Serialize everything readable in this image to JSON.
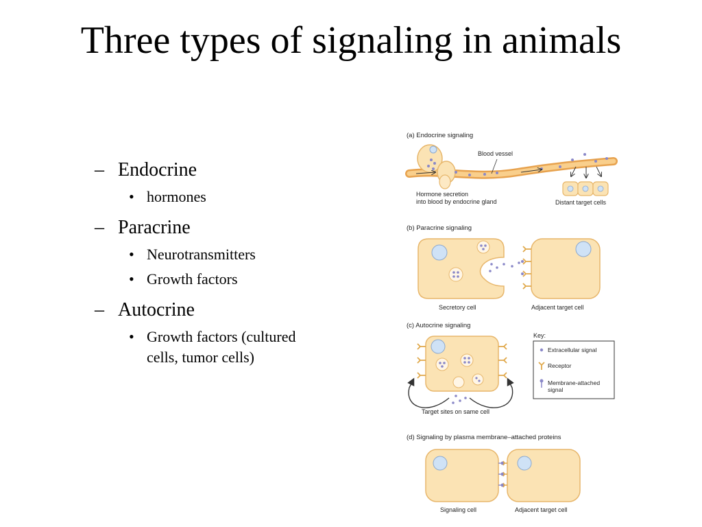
{
  "title": "Three types of signaling in animals",
  "outline": {
    "endocrine": {
      "label": "Endocrine",
      "items": [
        "hormones"
      ]
    },
    "paracrine": {
      "label": "Paracrine",
      "items": [
        "Neurotransmitters",
        "Growth factors"
      ]
    },
    "autocrine": {
      "label": "Autocrine",
      "items": [
        "Growth factors (cultured cells, tumor cells)"
      ]
    }
  },
  "figure": {
    "a": {
      "heading": "(a) Endocrine signaling",
      "blood_vessel": "Blood vessel",
      "secretion_line1": "Hormone secretion",
      "secretion_line2": "into blood by endocrine gland",
      "distant": "Distant target cells"
    },
    "b": {
      "heading": "(b) Paracrine signaling",
      "secretory": "Secretory cell",
      "adjacent": "Adjacent target cell"
    },
    "c": {
      "heading": "(c) Autocrine signaling",
      "target_sites": "Target sites on same cell"
    },
    "key": {
      "title": "Key:",
      "signal": "Extracellular signal",
      "receptor": "Receptor",
      "membrane_line1": "Membrane-attached",
      "membrane_line2": "signal"
    },
    "d": {
      "heading": "(d) Signaling by plasma membrane–attached proteins",
      "signaling": "Signaling cell",
      "adjacent": "Adjacent target cell"
    }
  },
  "colors": {
    "cell_fill": "#fbe3b4",
    "cell_stroke": "#e7b66b",
    "nucleus": "#cfe2f6",
    "signal": "#8a88c8",
    "receptor": "#e0a84a",
    "vessel": "#f2b25c"
  }
}
